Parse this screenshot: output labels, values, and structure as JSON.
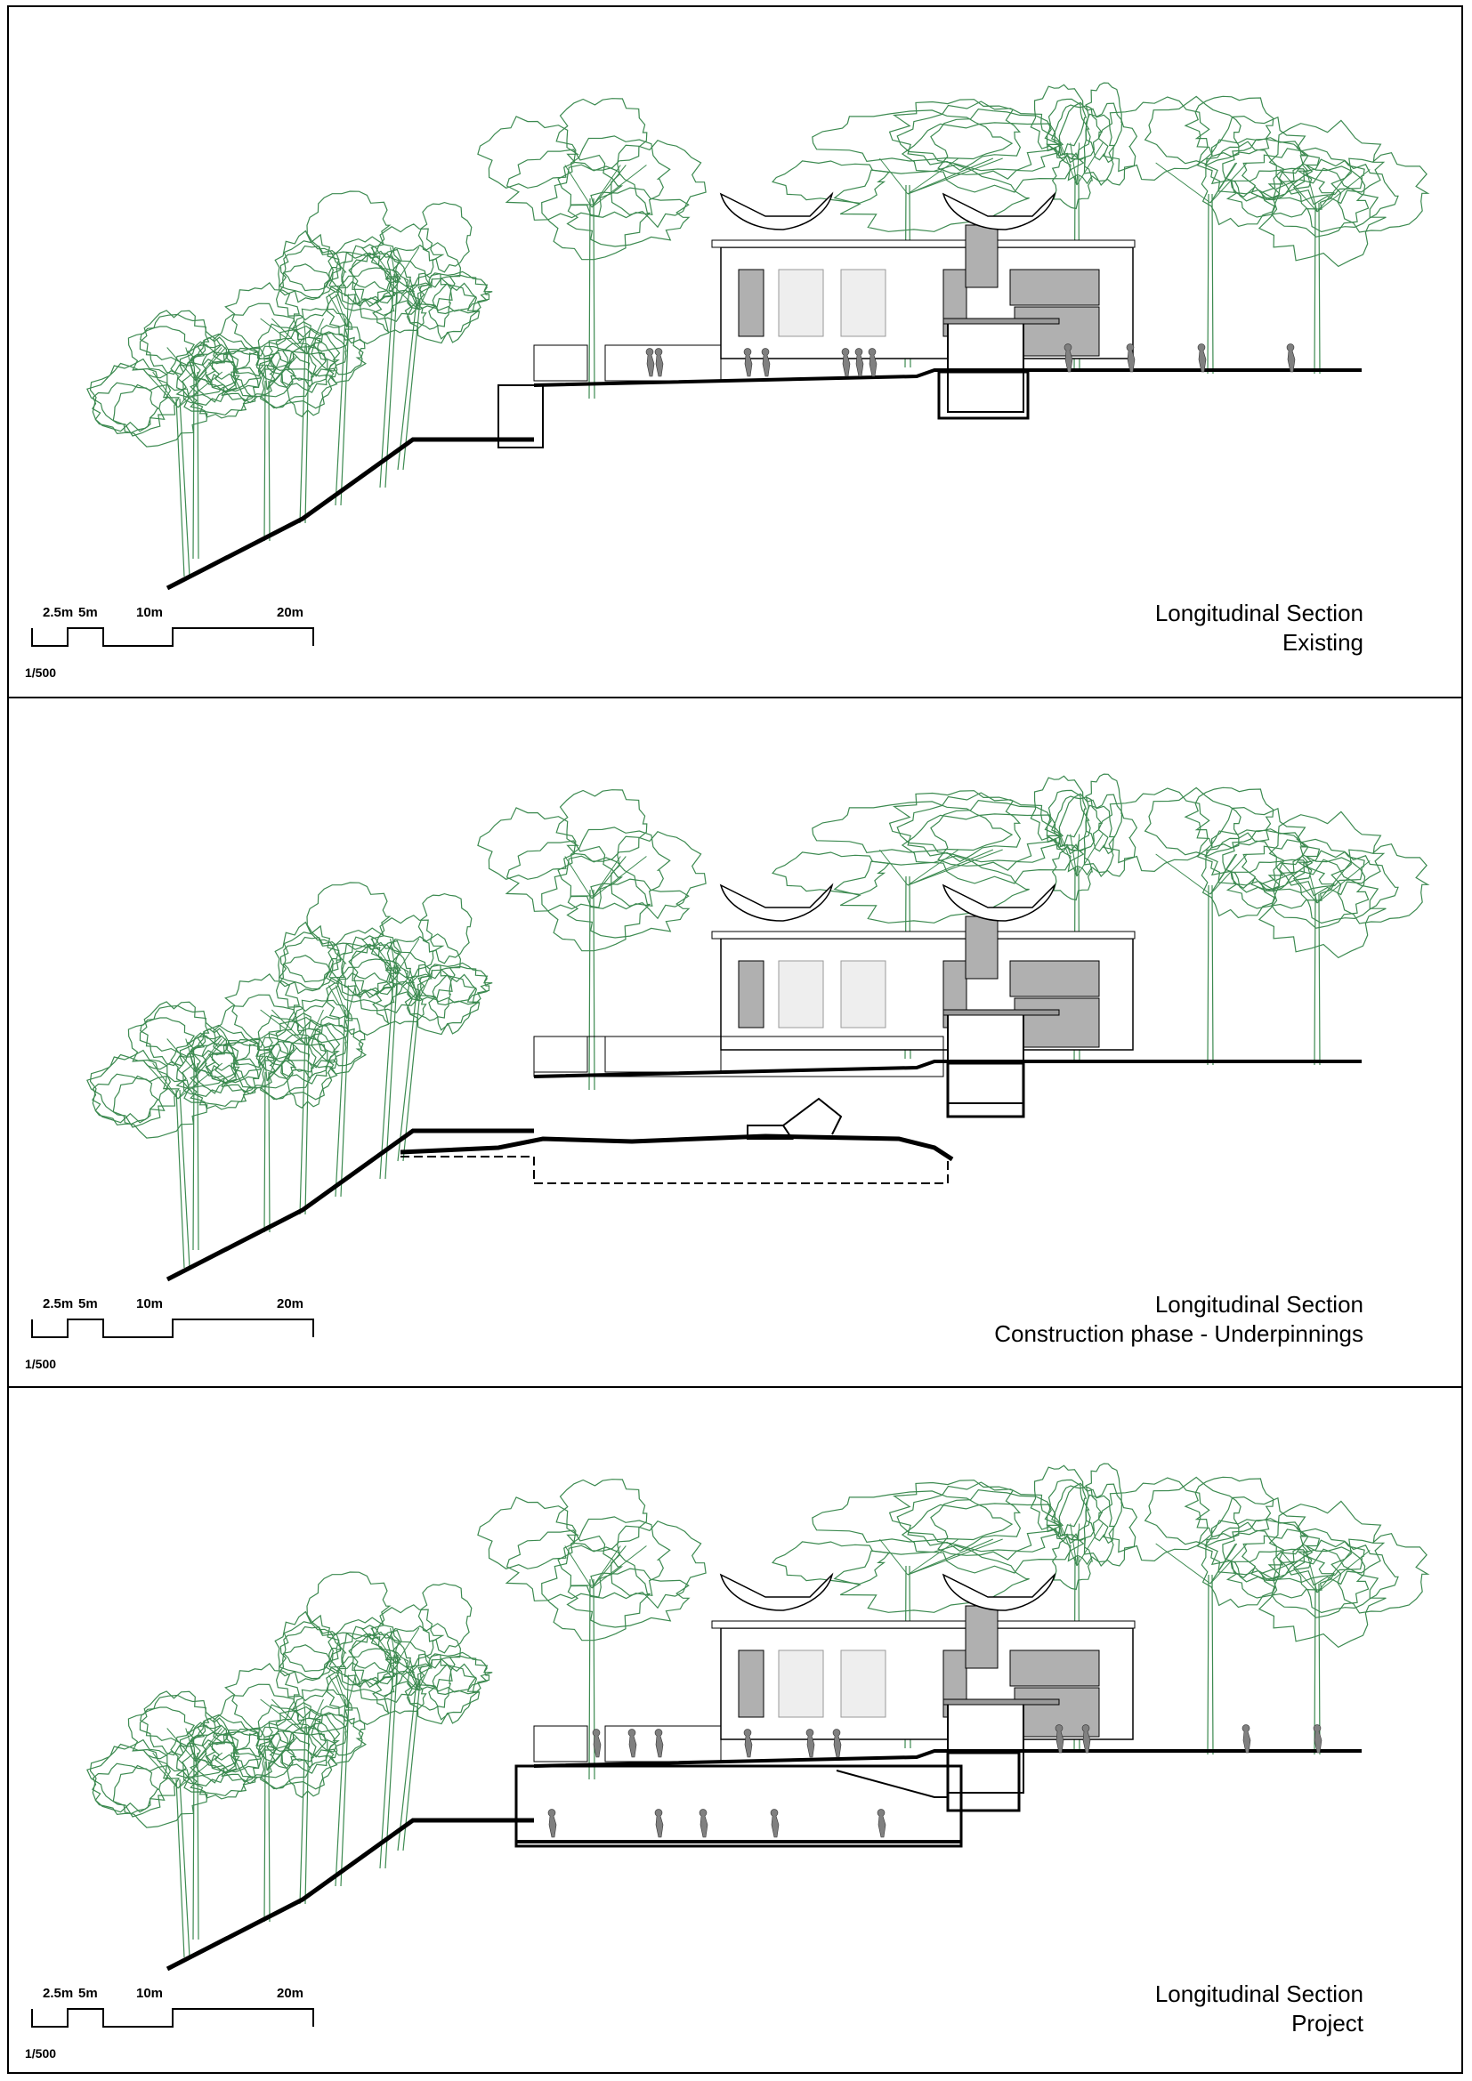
{
  "colors": {
    "tree": "#3c8a50",
    "line": "#000000",
    "fill": "#b0b0b0"
  },
  "scale": {
    "labels": [
      "2.5m",
      "5m",
      "10m",
      "20m"
    ],
    "ratio": "1/500"
  },
  "panels": [
    {
      "variant": "existing",
      "title_line1": "Longitudinal Section",
      "title_line2": "Existing"
    },
    {
      "variant": "construction",
      "title_line1": "Longitudinal Section",
      "title_line2": "Construction phase - Underpinnings"
    },
    {
      "variant": "project",
      "title_line1": "Longitudinal Section",
      "title_line2": "Project"
    }
  ]
}
